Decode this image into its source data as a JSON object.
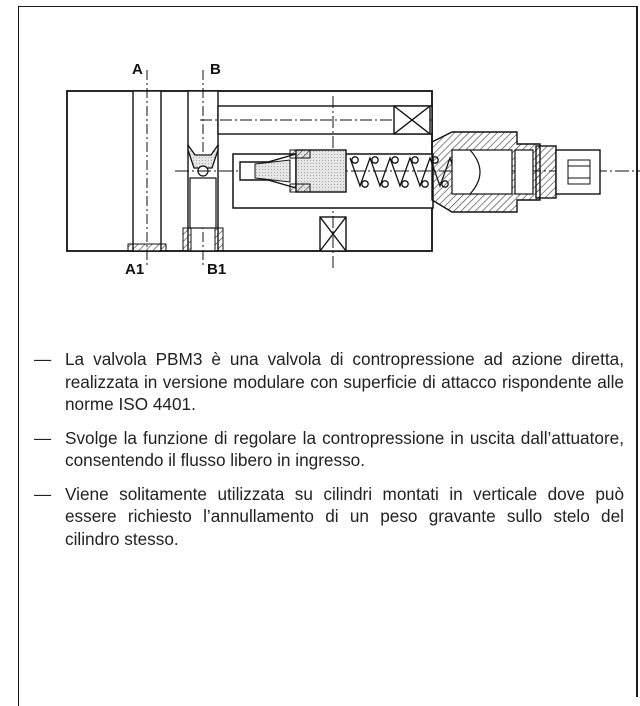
{
  "drawing": {
    "labels": {
      "A": "A",
      "B": "B",
      "A1": "A1",
      "B1": "B1"
    }
  },
  "bullet_marker": "—",
  "bullets": [
    "La valvola PBM3 è una valvola di contropressione ad azione diretta, realizzata in versione modulare con superficie di attacco rispondente alle norme ISO 4401.",
    "Svolge la funzione di regolare la contropressione in uscita dall’attuatore, consentendo il flusso libero in ingresso.",
    "Viene solitamente utilizzata su cilindri montati in verticale dove può essere richiesto l’annullamento di un peso gravante sullo stelo del cilindro stesso."
  ]
}
